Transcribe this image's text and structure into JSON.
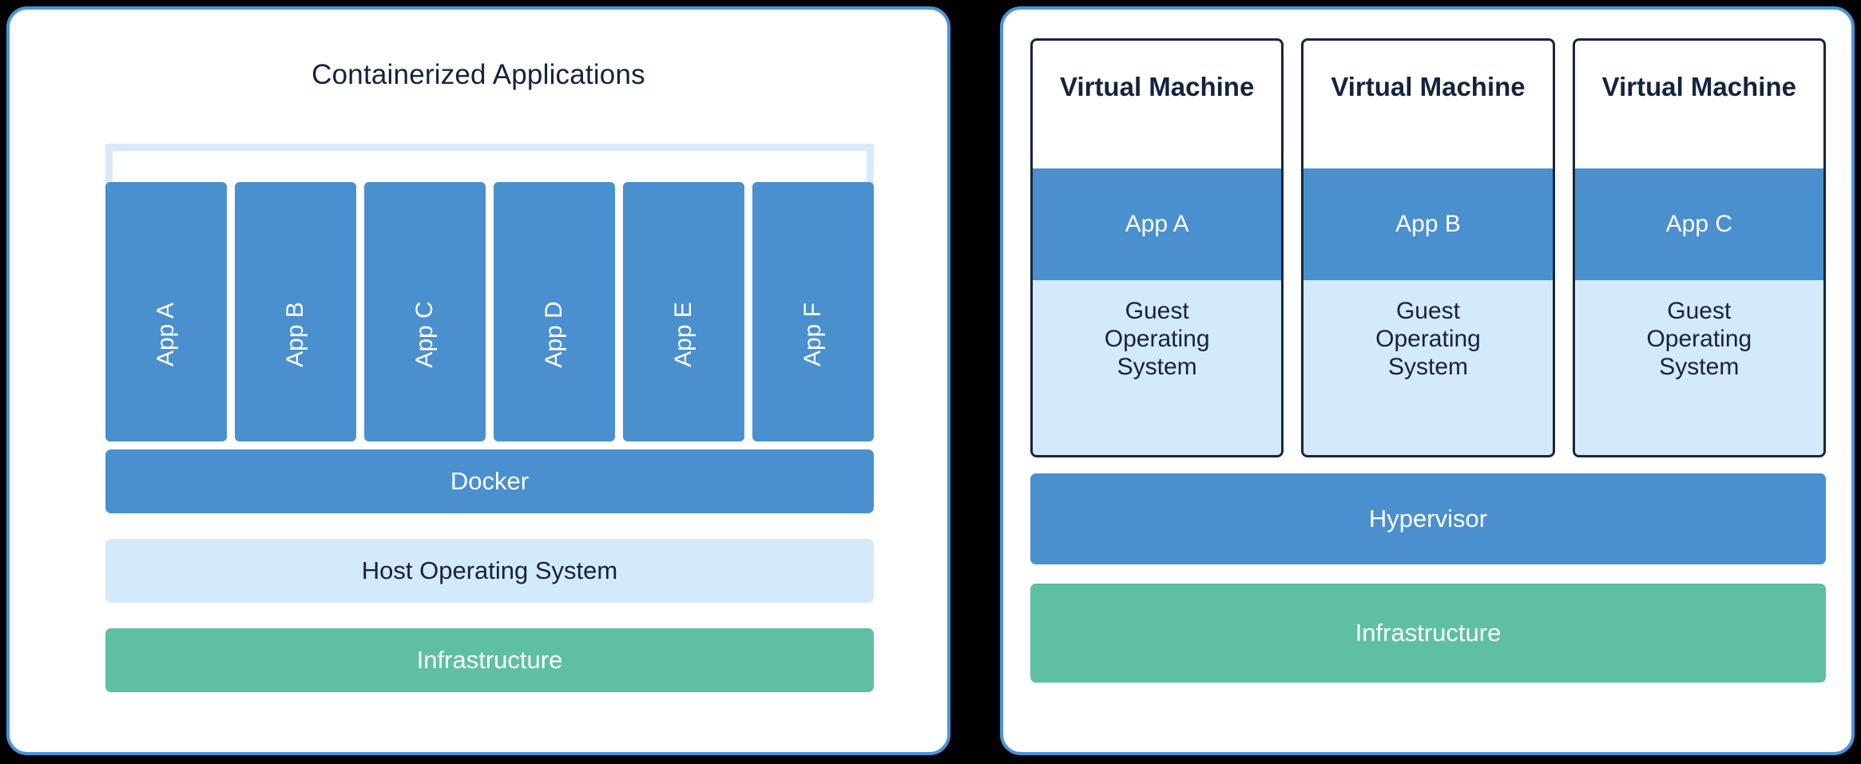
{
  "diagram": {
    "background_color": "#000000",
    "accent_blue": "#4a90ce",
    "accent_light_blue": "#d4e9f9",
    "accent_green": "#5fbfa3",
    "accent_navy": "#15233c",
    "panel_border_color": "#4a93d9"
  },
  "left_panel": {
    "title": "Containerized Applications",
    "apps": [
      {
        "label": "App A"
      },
      {
        "label": "App B"
      },
      {
        "label": "App C"
      },
      {
        "label": "App D"
      },
      {
        "label": "App E"
      },
      {
        "label": "App F"
      }
    ],
    "layers": {
      "runtime": "Docker",
      "host_os": "Host Operating System",
      "infrastructure": "Infrastructure"
    }
  },
  "right_panel": {
    "vms": [
      {
        "title": "Virtual Machine",
        "app": "App A",
        "guest_os": "Guest\nOperating\nSystem"
      },
      {
        "title": "Virtual Machine",
        "app": "App B",
        "guest_os": "Guest\nOperating\nSystem"
      },
      {
        "title": "Virtual Machine",
        "app": "App C",
        "guest_os": "Guest\nOperating\nSystem"
      }
    ],
    "layers": {
      "hypervisor": "Hypervisor",
      "infrastructure": "Infrastructure"
    }
  }
}
